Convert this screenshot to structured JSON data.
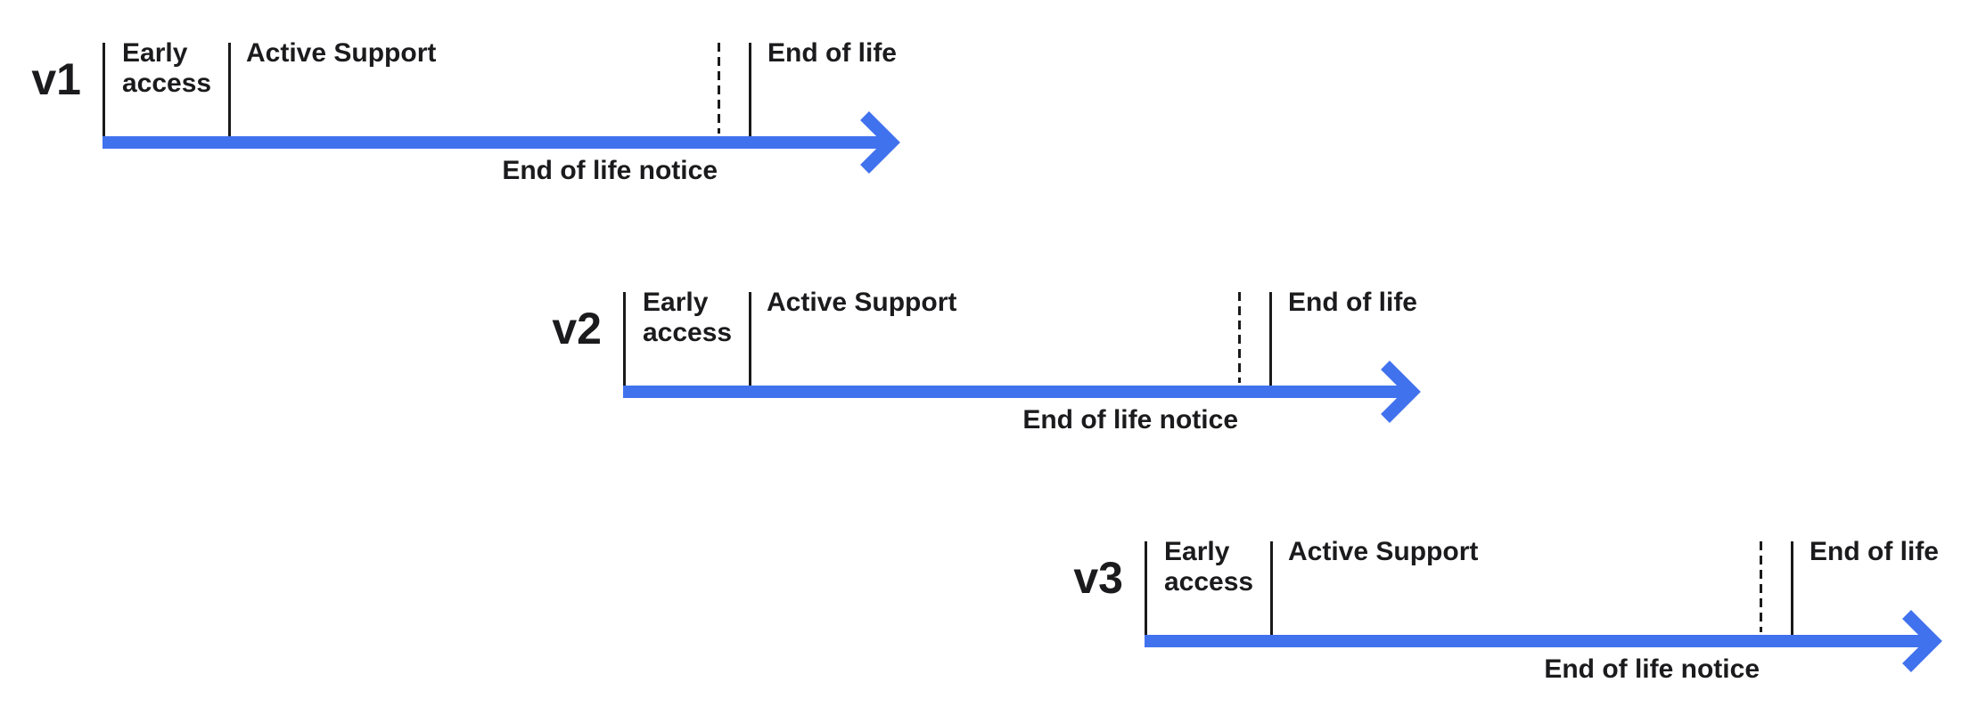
{
  "diagram": {
    "type": "version-lifecycle-timeline",
    "accent_color": "#4172EE",
    "text_color": "#1b1b1d",
    "tick_color": "#1a1a1a",
    "rows": [
      {
        "version": "v1",
        "phases": {
          "early": "Early access",
          "active": "Active Support",
          "eol": "End of life"
        },
        "notice": "End of life notice"
      },
      {
        "version": "v2",
        "phases": {
          "early": "Early access",
          "active": "Active Support",
          "eol": "End of life"
        },
        "notice": "End of life notice"
      },
      {
        "version": "v3",
        "phases": {
          "early": "Early access",
          "active": "Active Support",
          "eol": "End of life"
        },
        "notice": "End of life notice"
      }
    ]
  }
}
